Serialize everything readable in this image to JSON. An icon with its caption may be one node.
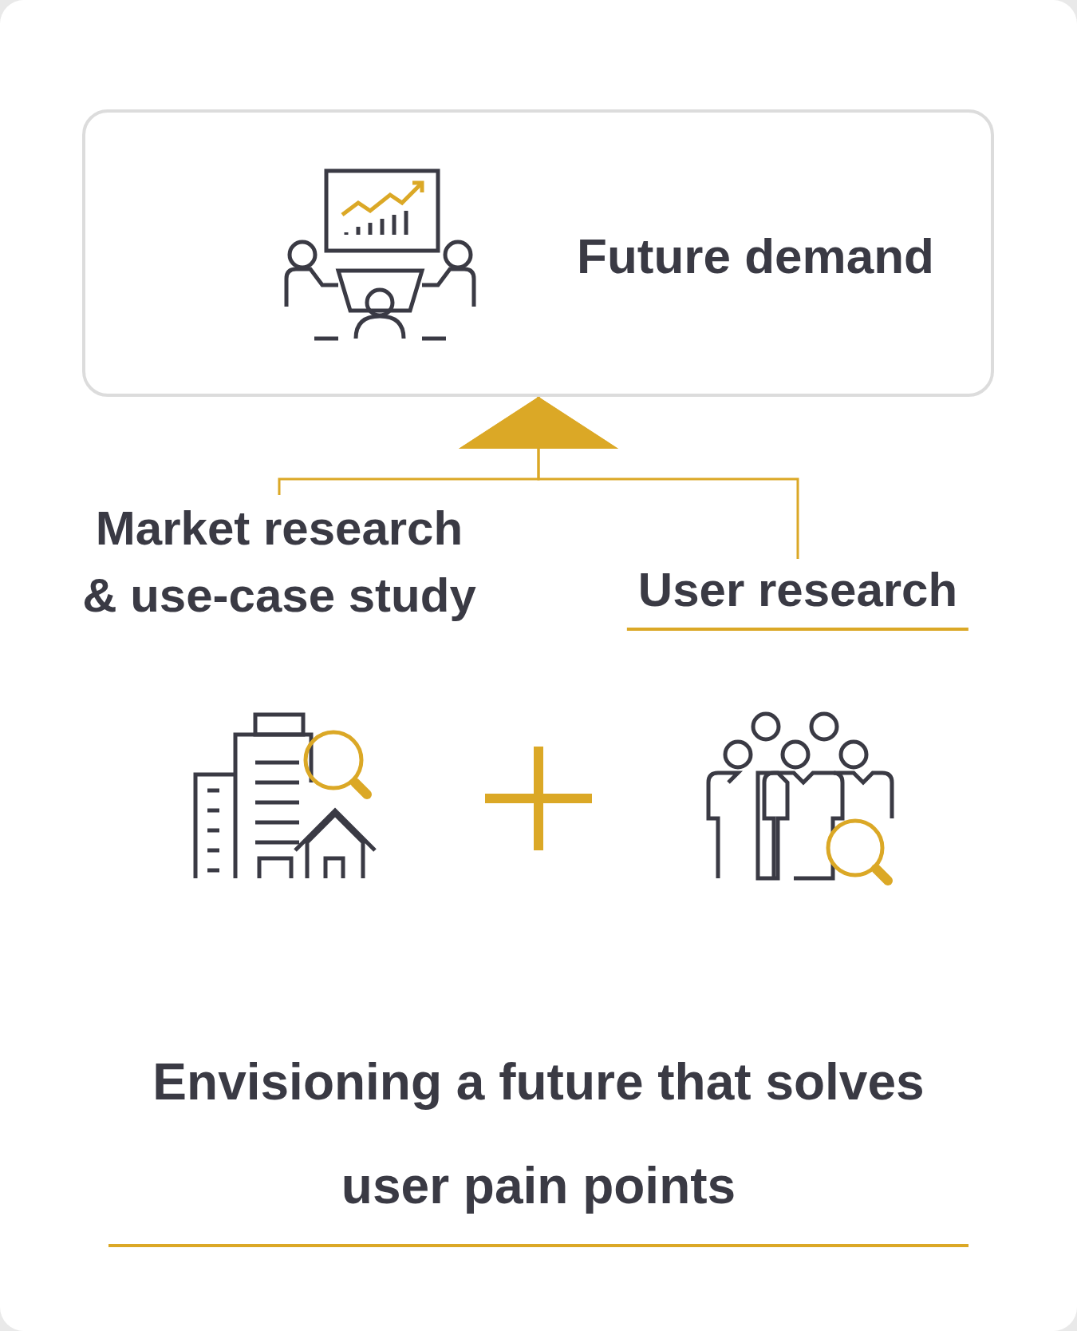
{
  "diagram": {
    "nodes": [
      {
        "text": [
          "Future demand"
        ]
      },
      {
        "text": [
          "Market research & use-case study"
        ]
      },
      {
        "text": [
          "User research"
        ]
      },
      {
        "text": [
          "Envisioning a future that solves user pain points"
        ]
      }
    ],
    "edges": [
      {
        "from": 1,
        "to": 0,
        "arrow": "to"
      },
      {
        "from": 2,
        "to": 0,
        "arrow": "to"
      }
    ]
  }
}
